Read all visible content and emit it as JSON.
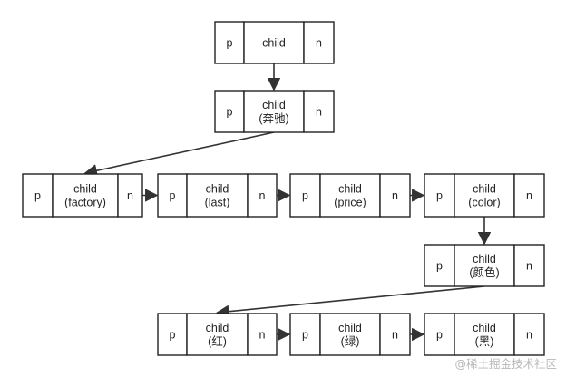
{
  "nodes": [
    {
      "id": "root",
      "p": "p",
      "child": "child",
      "n": "n"
    },
    {
      "id": "benz",
      "p": "p",
      "child": "child\n(奔驰)",
      "n": "n"
    },
    {
      "id": "factory",
      "p": "p",
      "child": "child\n(factory)",
      "n": "n"
    },
    {
      "id": "last",
      "p": "p",
      "child": "child\n(last)",
      "n": "n"
    },
    {
      "id": "price",
      "p": "p",
      "child": "child\n(price)",
      "n": "n"
    },
    {
      "id": "color",
      "p": "p",
      "child": "child\n(color)",
      "n": "n"
    },
    {
      "id": "color-cn",
      "p": "p",
      "child": "child\n(颜色)",
      "n": "n"
    },
    {
      "id": "red",
      "p": "p",
      "child": "child\n(红)",
      "n": "n"
    },
    {
      "id": "green",
      "p": "p",
      "child": "child\n(绿)",
      "n": "n"
    },
    {
      "id": "black",
      "p": "p",
      "child": "child\n(黑)",
      "n": "n"
    }
  ],
  "edges": [
    {
      "from": "root",
      "to": "benz",
      "kind": "child"
    },
    {
      "from": "benz",
      "to": "factory",
      "kind": "child"
    },
    {
      "from": "factory",
      "to": "last",
      "kind": "next"
    },
    {
      "from": "last",
      "to": "price",
      "kind": "next"
    },
    {
      "from": "price",
      "to": "color",
      "kind": "next"
    },
    {
      "from": "color",
      "to": "color-cn",
      "kind": "child"
    },
    {
      "from": "color-cn",
      "to": "red",
      "kind": "child"
    },
    {
      "from": "red",
      "to": "green",
      "kind": "next"
    },
    {
      "from": "green",
      "to": "black",
      "kind": "next"
    }
  ],
  "watermark": "@稀土掘金技术社区",
  "colors": {
    "stroke": "#222222",
    "arrow": "#333333",
    "watermark": "#b8b8b8"
  }
}
